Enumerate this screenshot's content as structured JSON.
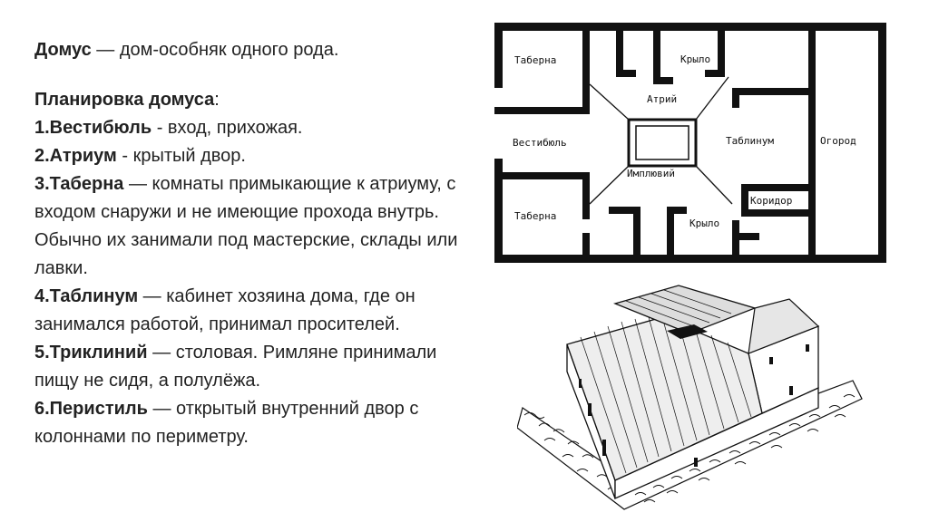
{
  "intro": {
    "term": "Домус",
    "definition": " — дом-особняк одного рода."
  },
  "plan_heading": {
    "text": "Планировка домуса",
    "suffix": ":"
  },
  "items": [
    {
      "term": "1.Вестибюль",
      "definition": " -  вход, прихожая."
    },
    {
      "term": "2.Атриум",
      "definition": " - крытый двор."
    },
    {
      "term": "3.Таберна",
      "definition": "  —  комнаты примыкающие к атриуму, с входом снаружи и не имеющие прохода внутрь. Обычно их занимали под мастерские, склады или лавки."
    },
    {
      "term": "4.Таблинум",
      "definition": " — кабинет хозяина дома, где он занимался работой, принимал просителей."
    },
    {
      "term": "5.Триклиний",
      "definition": " — столовая. Римляне принимали пищу не сидя, а полулёжа."
    },
    {
      "term": "6.Перистиль",
      "definition": " — открытый внутренний двор с колоннами по периметру."
    }
  ],
  "floor_plan": {
    "taberna_top": "Таберна",
    "krylo_top": "Крыло",
    "atrium": "Атрий",
    "vestibul": "Вестибюль",
    "impluvium": "Имплювий",
    "tablinum": "Таблинум",
    "ogorod": "Огород",
    "koridor": "Коридор",
    "taberna_bottom": "Таберна",
    "krylo_bottom": "Крыло"
  },
  "colors": {
    "text": "#222222",
    "wall": "#111111"
  }
}
